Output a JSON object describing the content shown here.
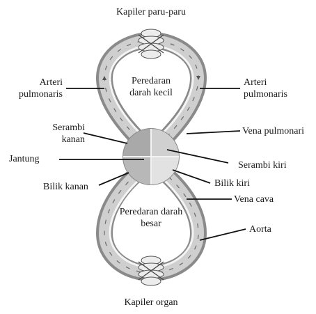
{
  "diagram": {
    "labels": {
      "kapiler_paru": "Kapiler paru-paru",
      "arteri_pulmonaris_left": [
        "Arteri",
        "pulmonaris"
      ],
      "arteri_pulmonaris_right": [
        "Arteri",
        "pulmonaris"
      ],
      "peredaran_kecil": [
        "Peredaran",
        "darah kecil"
      ],
      "serambi_kanan": [
        "Serambi",
        "kanan"
      ],
      "vena_pulmonari": "Vena pulmonari",
      "jantung": "Jantung",
      "serambi_kiri": "Serambi kiri",
      "bilik_kanan": "Bilik kanan",
      "bilik_kiri": "Bilik kiri",
      "vena_cava": "Vena cava",
      "peredaran_besar": [
        "Peredaran darah",
        "besar"
      ],
      "aorta": "Aorta",
      "kapiler_organ": "Kapiler organ"
    }
  }
}
